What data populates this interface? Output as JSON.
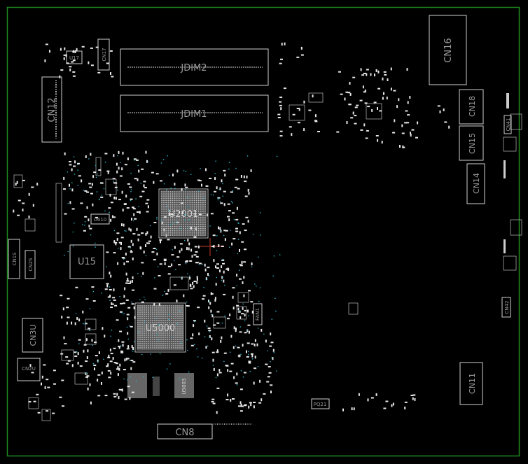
{
  "colors": {
    "background": "#000000",
    "board_edge": "#1f8a1f",
    "silkscreen": "#cfcfcf",
    "pads": "#e6e6e6",
    "vias": "#2ab6c8",
    "marker": "#c0392b"
  },
  "labels": {
    "cn16": "CN16",
    "jdim2": "JDIM2",
    "jdim1": "JDIM1",
    "cn12": "CN12",
    "cn17": "CN17",
    "u17": "U17",
    "cn18": "CN18",
    "cn15": "CN15",
    "cn14": "CN14",
    "u2001": "U2001",
    "u15": "U15",
    "u5000": "U5000",
    "cn1s": "CN1S",
    "cn2s": "CN2S",
    "cn3u": "CN3U",
    "cn2u": "CN2U",
    "u5003": "U5003",
    "fan1": "FAN1",
    "u610": "U610",
    "cn8": "CN8",
    "cn11": "CN11",
    "pq21": "PQ21",
    "cn41": "CN41",
    "cn42": "CN42"
  }
}
